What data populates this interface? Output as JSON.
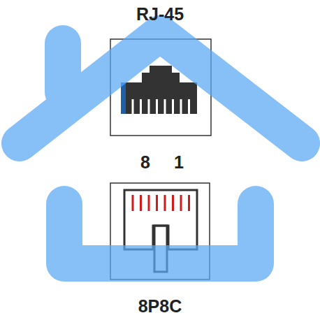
{
  "diagram": {
    "labels": [
      "RJ-45",
      "8",
      "1",
      "8P8C"
    ]
  }
}
